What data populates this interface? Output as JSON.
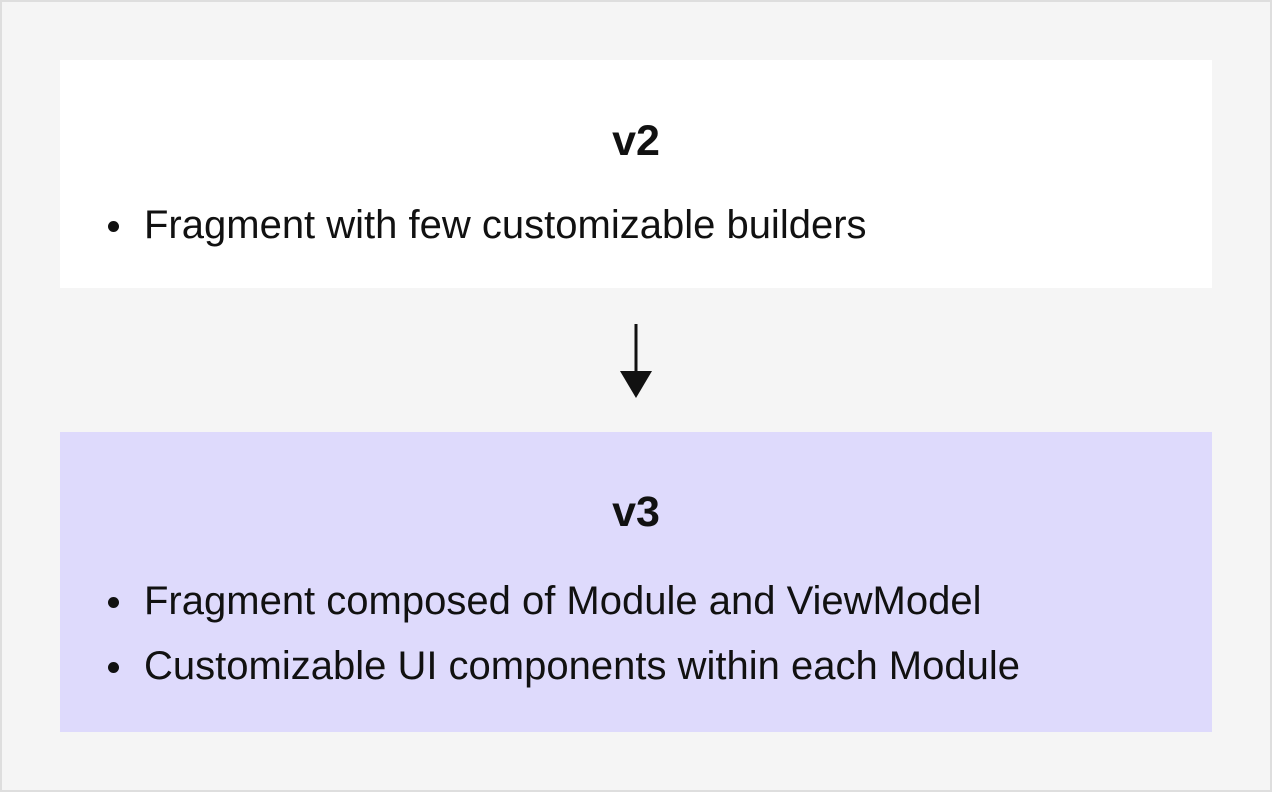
{
  "diagram": {
    "before": {
      "title": "v2",
      "bullets": [
        "Fragment with few customizable builders"
      ],
      "background": "#ffffff"
    },
    "after": {
      "title": "v3",
      "bullets": [
        "Fragment composed of Module and ViewModel",
        "Customizable UI components within each Module"
      ],
      "background": "#dedafc"
    },
    "connector_icon": "arrow-down-icon"
  }
}
